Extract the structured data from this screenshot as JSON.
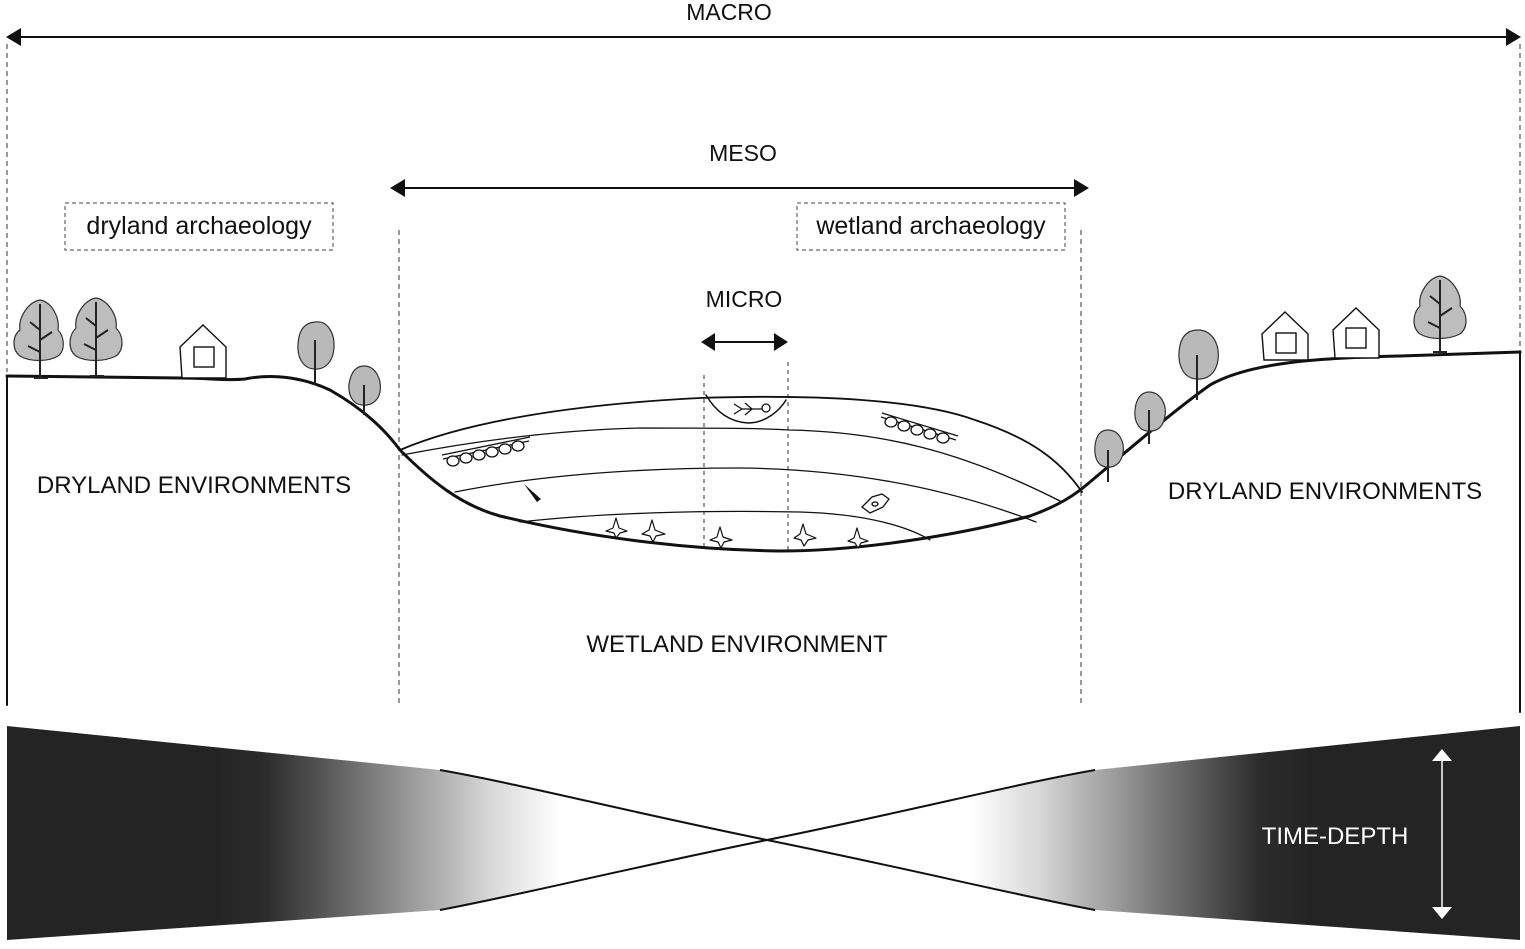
{
  "scales": {
    "macro": "MACRO",
    "meso": "MESO",
    "micro": "MICRO"
  },
  "approaches": {
    "dryland": "dryland archaeology",
    "wetland": "wetland archaeology"
  },
  "environments": {
    "dryland_left": "DRYLAND ENVIRONMENTS",
    "dryland_right": "DRYLAND ENVIRONMENTS",
    "wetland": "WETLAND ENVIRONMENT"
  },
  "time_depth": {
    "label": "TIME-DEPTH"
  },
  "colors": {
    "line": "#111111",
    "band_dark": "#242424",
    "tree_fill": "#b9b9b9",
    "time_label": "#ffffff"
  }
}
